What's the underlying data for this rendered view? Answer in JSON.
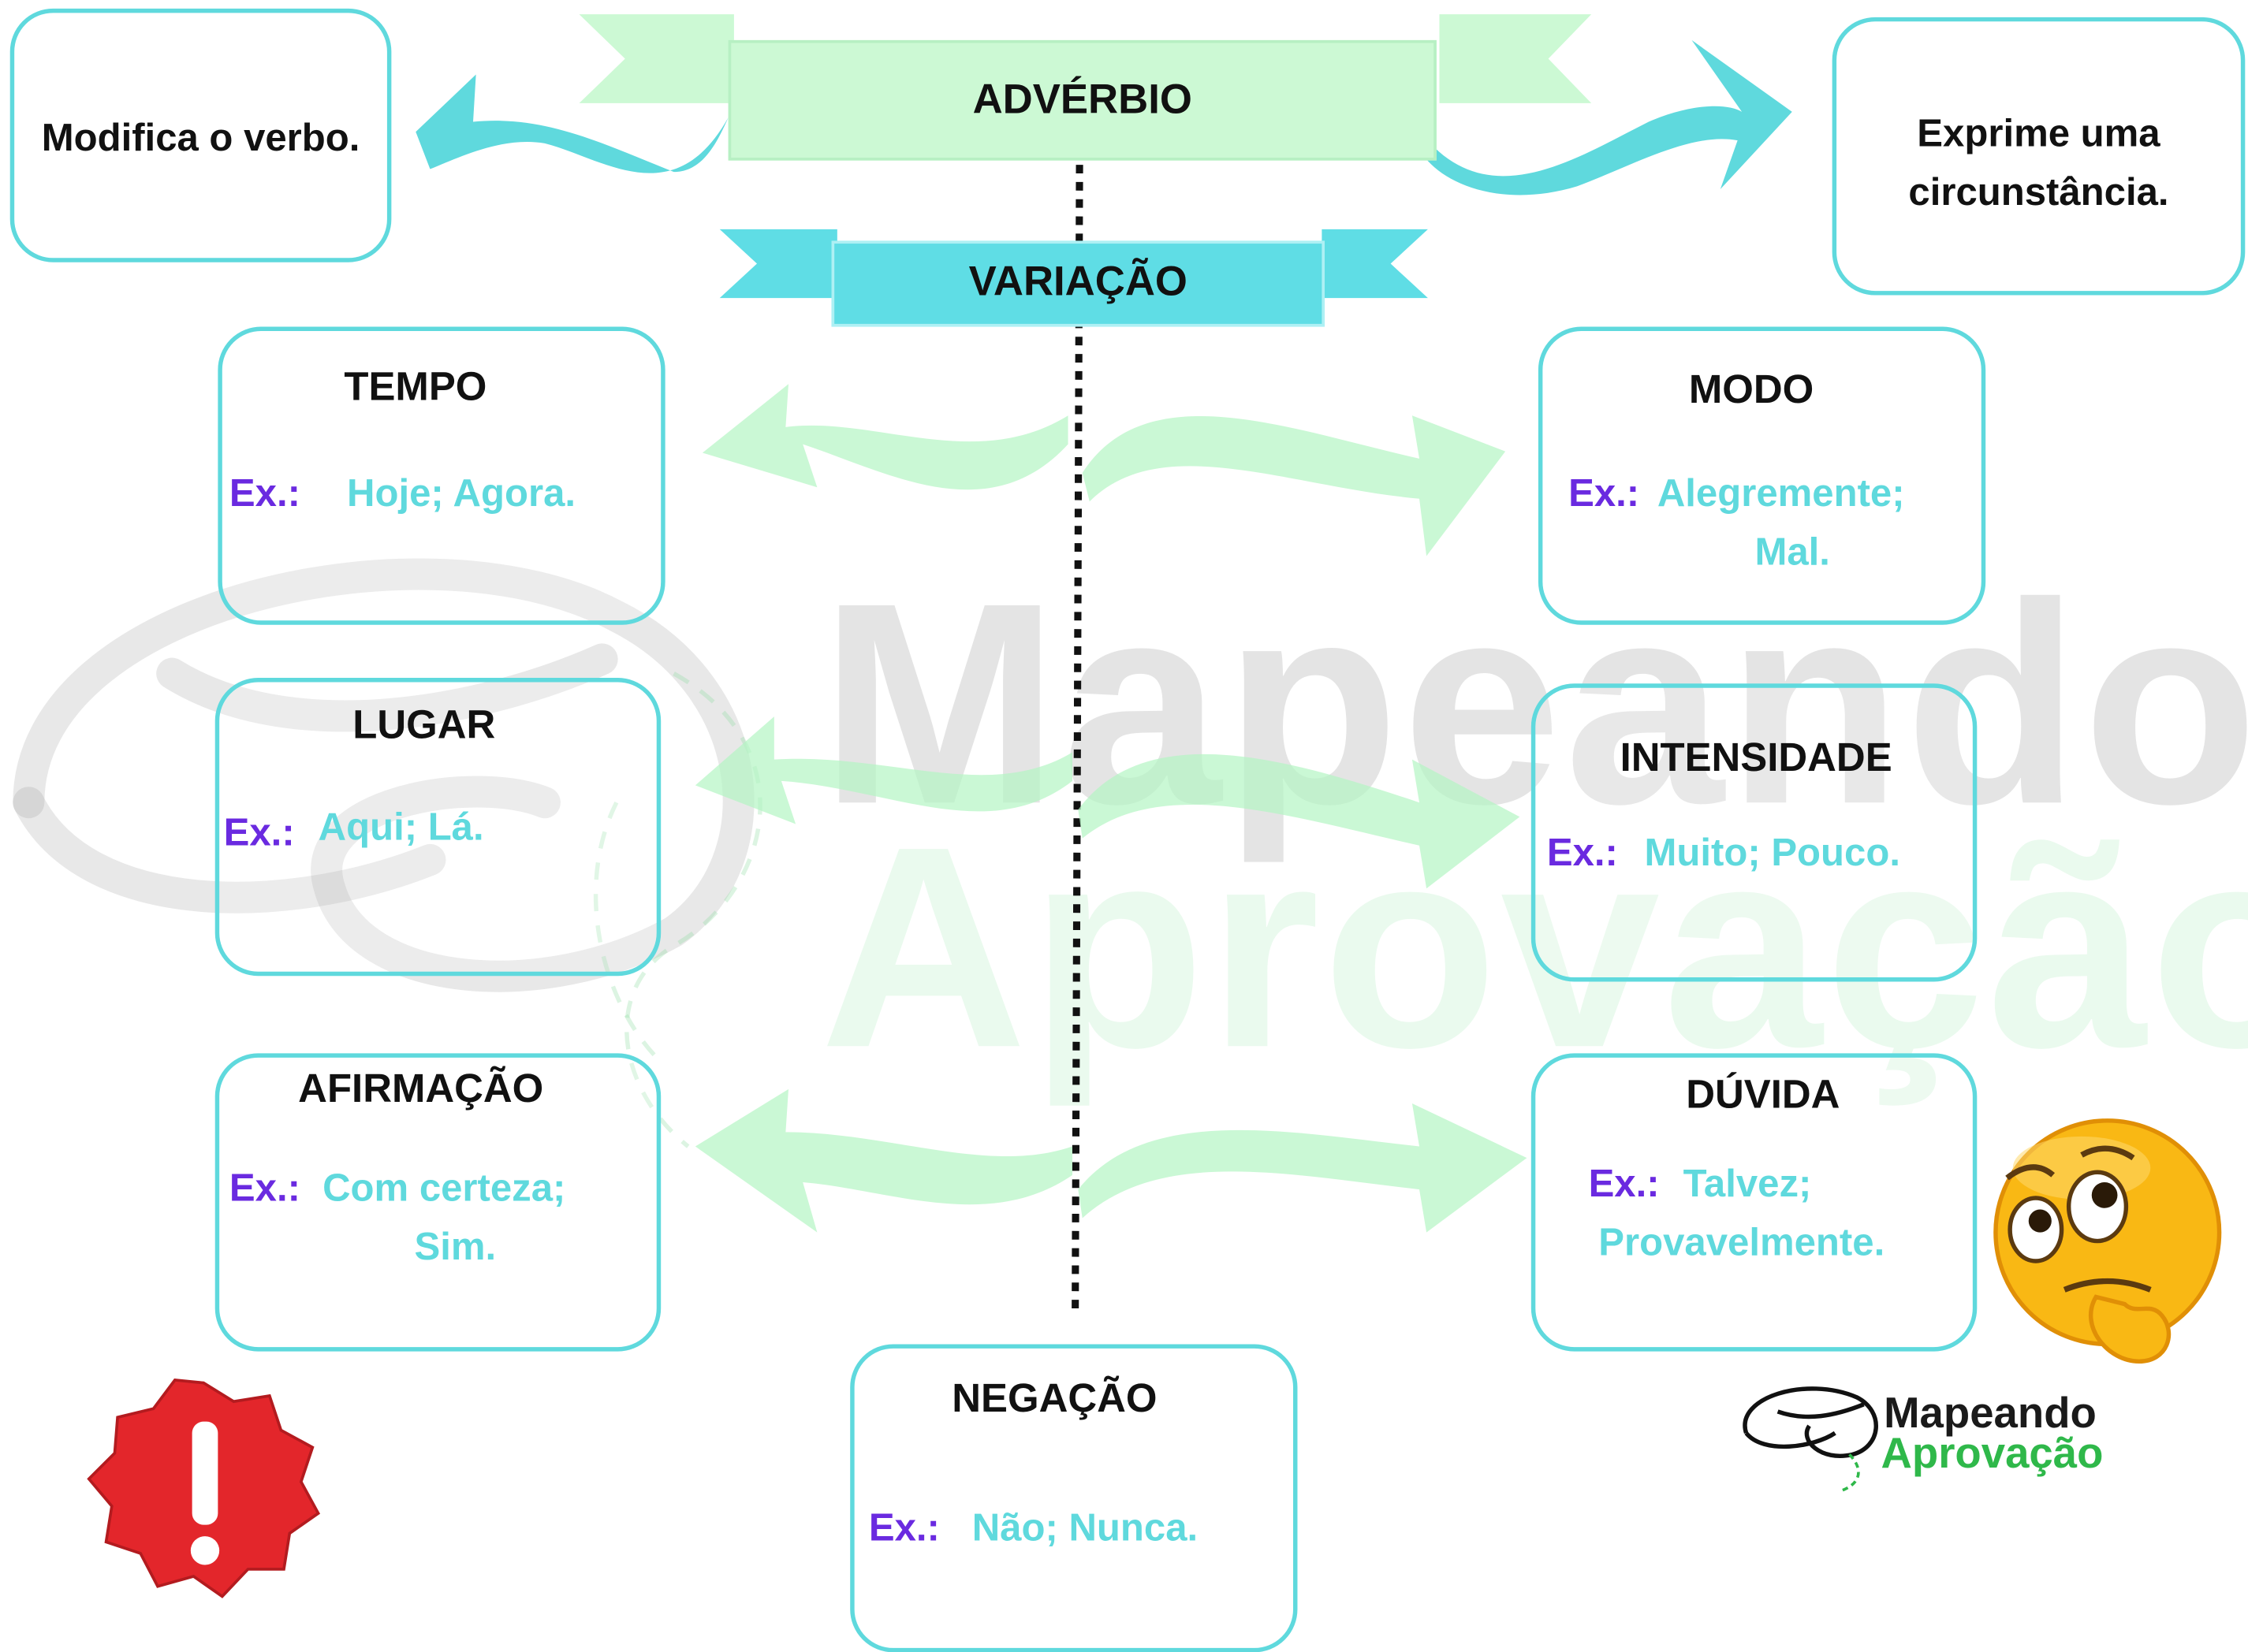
{
  "watermark": {
    "line1": "Mapeando",
    "line2": "Aprovação"
  },
  "header": {
    "title": "ADVÉRBIO",
    "subtitle": "VARIAÇÃO"
  },
  "side_left": "Modifica o verbo.",
  "side_right": {
    "line1": "Exprime uma",
    "line2": "circunstância."
  },
  "example_prefix": "Ex.:",
  "categories": {
    "tempo": {
      "title": "TEMPO",
      "line1": "Hoje; Agora."
    },
    "modo": {
      "title": "MODO",
      "line1": "Alegremente;",
      "line2": "Mal."
    },
    "lugar": {
      "title": "LUGAR",
      "line1": "Aqui; Lá."
    },
    "intensidade": {
      "title": "INTENSIDADE",
      "line1": "Muito; Pouco."
    },
    "afirmacao": {
      "title": "AFIRMAÇÃO",
      "line1": "Com certeza;",
      "line2": "Sim."
    },
    "duvida": {
      "title": "DÚVIDA",
      "line1": "Talvez;",
      "line2": "Provavelmente."
    },
    "negacao": {
      "title": "NEGAÇÃO",
      "line1": "Não; Nunca."
    }
  },
  "logo": {
    "line1": "Mapeando",
    "line2": "Aprovação"
  },
  "icons": [
    "warning-badge-icon",
    "thinking-emoji-icon",
    "brain-logo-icon"
  ],
  "colors": {
    "cyan": "#5fd9dd",
    "purple": "#6a2ae0",
    "mint": "#ccf9d4",
    "warning_red": "#e3262b",
    "logo_green": "#2fb84a"
  }
}
